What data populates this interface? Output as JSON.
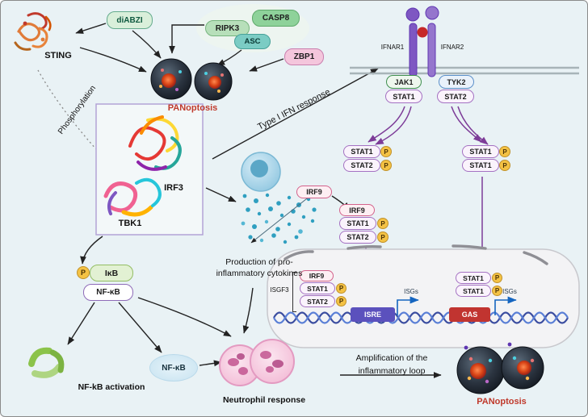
{
  "molecules": {
    "sting": "STING",
    "diabzi": "diABZI",
    "ripk3": "RIPK3",
    "casp8": "CASP8",
    "asc": "ASC",
    "zbp1": "ZBP1",
    "irf3": "IRF3",
    "tbk1": "TBK1",
    "ifnar1": "IFNAR1",
    "ifnar2": "IFNAR2",
    "jak1": "JAK1",
    "tyk2": "TYK2",
    "stat1": "STAT1",
    "stat2": "STAT2",
    "irf9": "IRF9",
    "p": "P",
    "isgf3": "ISGF3",
    "isre": "ISRE",
    "gas": "GAS",
    "isgs": "ISGs",
    "ikb": "IκB",
    "nfkb": "NF-κB"
  },
  "annotations": {
    "panoptosis_top": "PANoptosis",
    "panoptosis_bottom": "PANoptosis",
    "phosphorylation": "Phosphorylation",
    "type1_ifn_response": "Type I IFN response",
    "cytokines_line1": "Production of pro-",
    "cytokines_line2": "inflammatory cytokines",
    "nfkb_activation": "NF-kB activation",
    "neutrophil_response": "Neutrophil response",
    "amplification_line1": "Amplification of the",
    "amplification_line2": "inflammatory loop"
  },
  "colors": {
    "background": "#e9f2f5",
    "panoptosis_label": "#c0392b",
    "isre_box": "#5b51bd",
    "gas_box": "#c13430",
    "pathway_purple": "#7d3c98",
    "isgs_arrow_blue": "#1565c0",
    "phospho_yellow": "#f4c244",
    "membrane_gray": "#a8b4b8"
  }
}
